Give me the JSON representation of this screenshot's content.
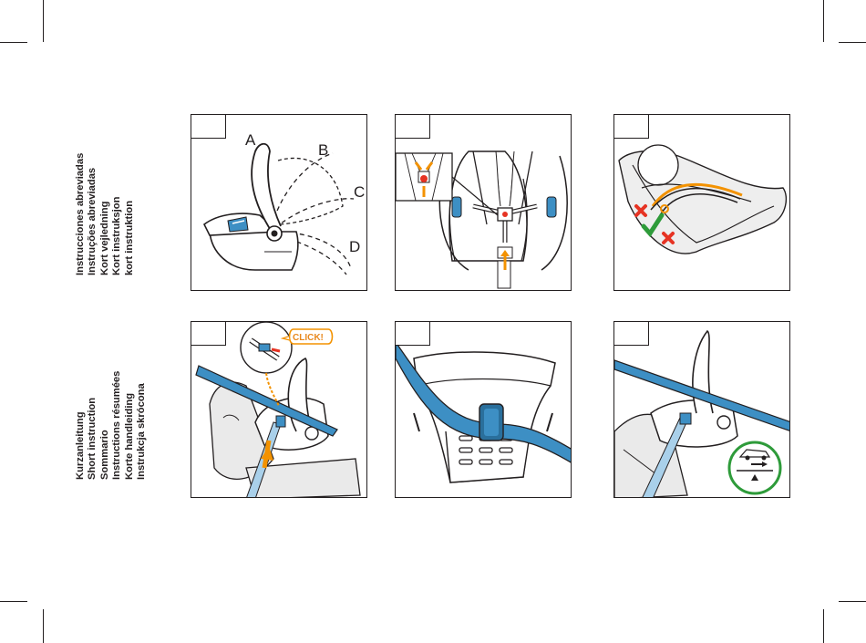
{
  "languages_top": [
    "Instrucciones abreviadas",
    "Instruções abreviadas",
    "Kort vejledning",
    "Kort instruksjon",
    "kort instruktion"
  ],
  "languages_bottom": [
    "Kurzanleitung",
    "Short instruction",
    "Sommario",
    "Instructions résumées",
    "Korte handleiding",
    "Instrukcja skrócona"
  ],
  "panel1": {
    "labels": [
      "A",
      "B",
      "C",
      "D"
    ]
  },
  "panel4": {
    "click_text": "CLICK!"
  },
  "colors": {
    "line": "#231f20",
    "belt_blue": "#3d8fc4",
    "belt_blue_dark": "#2a6f9c",
    "light_blue": "#a9d0ea",
    "orange": "#f39200",
    "red": "#e63323",
    "green": "#2e9b3a",
    "seat_gray": "#e6e6e6"
  }
}
